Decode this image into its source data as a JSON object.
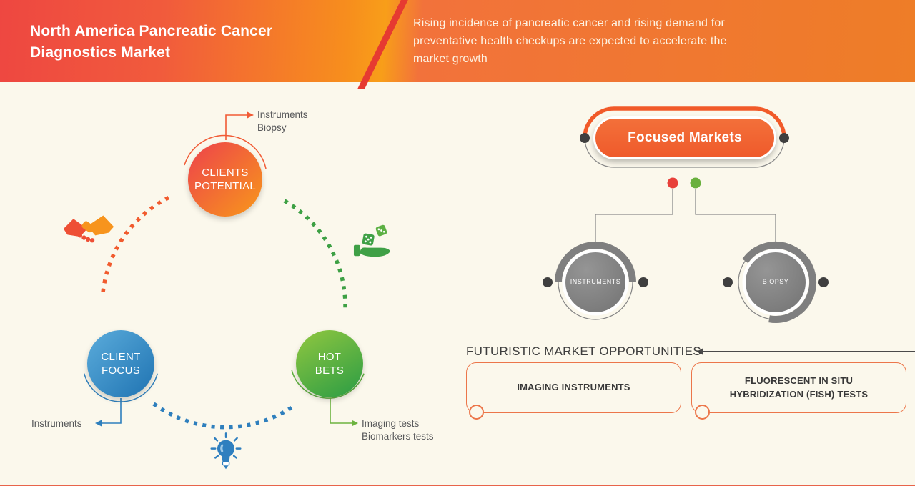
{
  "header": {
    "title_lines": [
      "North America Pancreatic Cancer",
      "Diagnostics Market"
    ],
    "subtitle_lines": [
      "Rising incidence of pancreatic cancer and rising demand for",
      "preventative health checkups are expected to accelerate the",
      "market growth"
    ]
  },
  "ring_diagram": {
    "nodes": [
      {
        "id": "clients-potential",
        "lines": [
          "CLIENTS",
          "POTENTIAL"
        ],
        "color": "#f15a29",
        "callout_lines": [
          "Instruments",
          "Biopsy"
        ],
        "icon": "handshake-icon"
      },
      {
        "id": "client-focus",
        "lines": [
          "CLIENT",
          "FOCUS"
        ],
        "color": "#2e7fbd",
        "callout_lines": [
          "Instruments"
        ],
        "icon": "lightbulb-icon"
      },
      {
        "id": "hot-bets",
        "lines": [
          "HOT",
          "BETS"
        ],
        "color": "#5fb13f",
        "callout_lines": [
          "Imaging tests",
          "Biomarkers tests"
        ],
        "icon": "dice-hand-icon"
      }
    ]
  },
  "focused_markets": {
    "label": "Focused Markets",
    "children": [
      {
        "label": "INSTRUMENTS",
        "dot_color": "#e8403a"
      },
      {
        "label": "BIOPSY",
        "dot_color": "#69b03d"
      }
    ]
  },
  "opportunities": {
    "heading": "FUTURISTIC MARKET OPPORTUNITIES",
    "items": [
      {
        "label": "IMAGING INSTRUMENTS"
      },
      {
        "label": "FLUORESCENT IN SITU HYBRIDIZATION (FISH) TESTS"
      }
    ]
  },
  "colors": {
    "accent_orange": "#f15a29",
    "accent_blue": "#2e7fbd",
    "accent_green": "#5fb13f",
    "red_dot": "#e8403a",
    "green_dot": "#69b03d",
    "gray_node": "#7f7f7f",
    "background": "#fbf8ec"
  }
}
